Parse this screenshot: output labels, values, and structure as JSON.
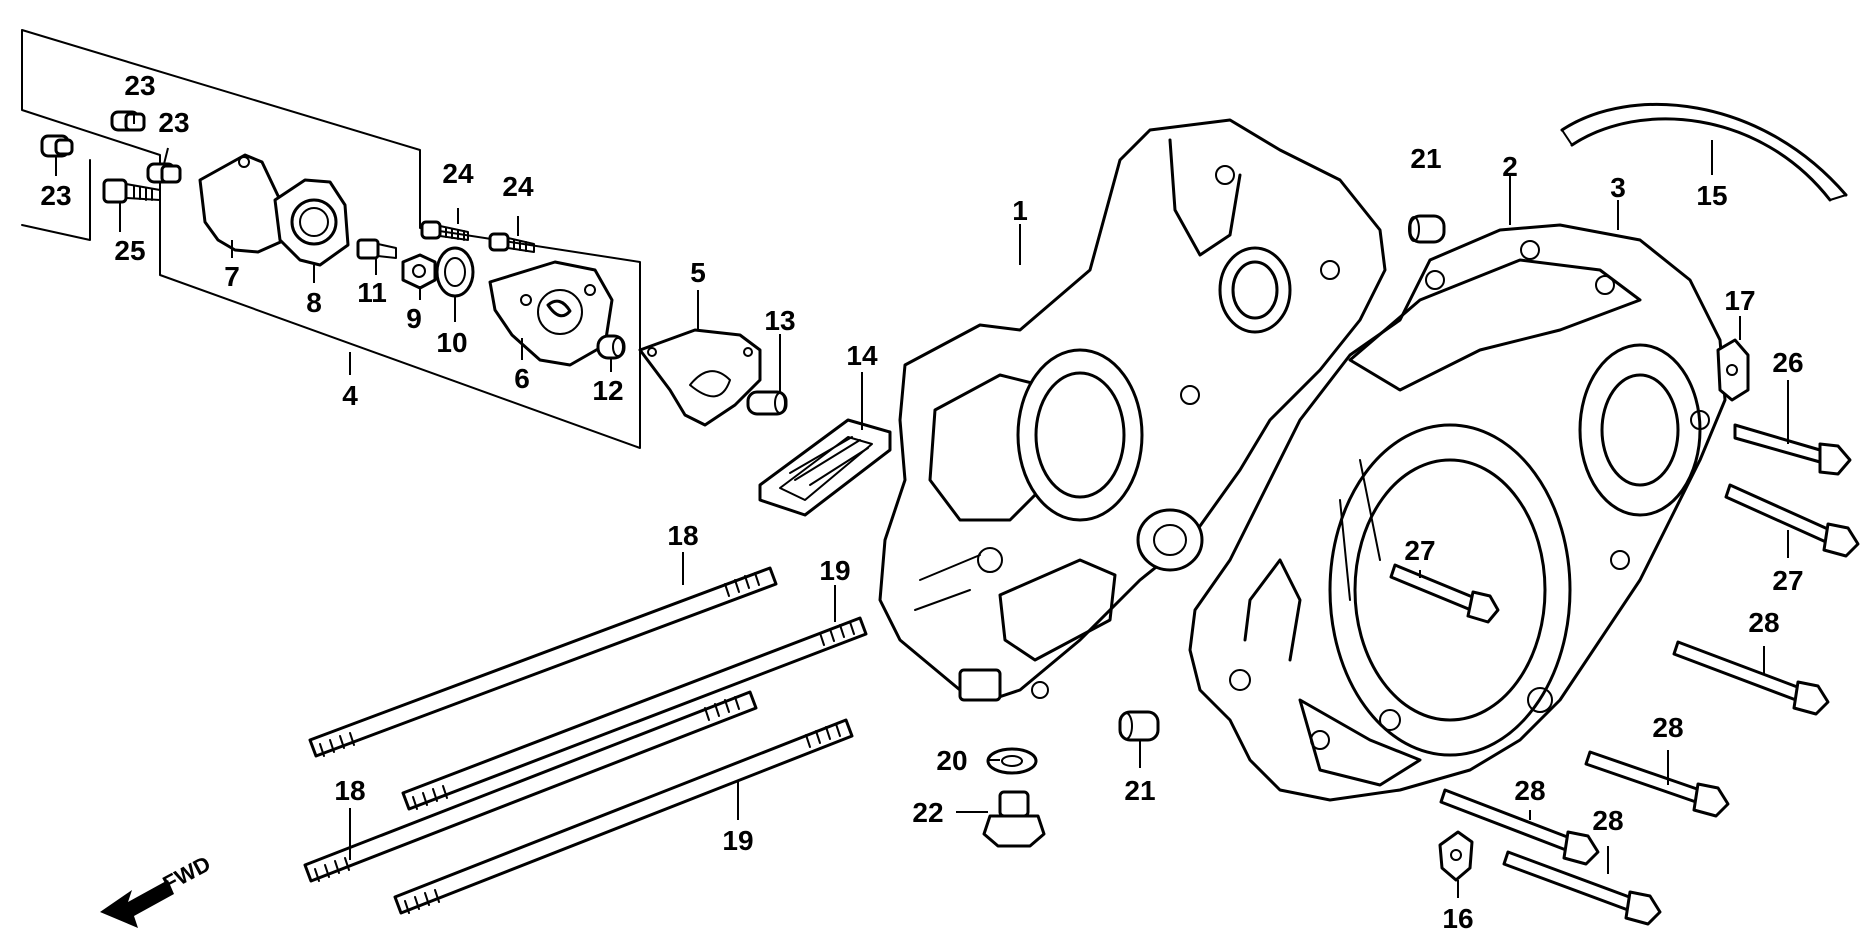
{
  "labels": [
    "1",
    "2",
    "3",
    "4",
    "5",
    "6",
    "7",
    "8",
    "9",
    "10",
    "11",
    "12",
    "13",
    "14",
    "15",
    "16",
    "17",
    "18",
    "18",
    "19",
    "19",
    "20",
    "21",
    "21",
    "22",
    "23",
    "23",
    "23",
    "24",
    "24",
    "25",
    "26",
    "27",
    "27",
    "28",
    "28",
    "28",
    "28"
  ],
  "fwd_label": "FWD"
}
